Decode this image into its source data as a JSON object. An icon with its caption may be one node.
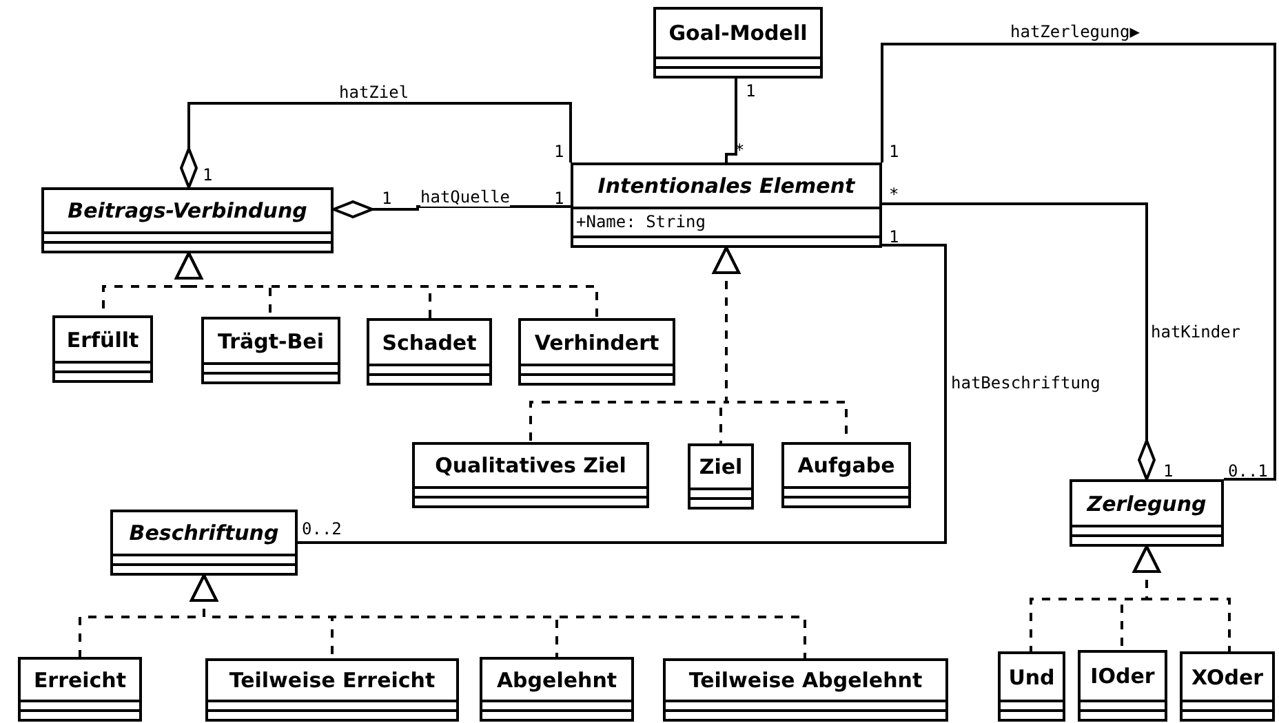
{
  "diagram": {
    "nodes": [
      {
        "text": [
          "Goal-Modell"
        ]
      },
      {
        "text": [
          "Beitrags-Verbindung"
        ]
      },
      {
        "text": [
          "Intentionales Element",
          "+Name: String"
        ]
      },
      {
        "text": [
          "Erfüllt"
        ]
      },
      {
        "text": [
          "Trägt-Bei"
        ]
      },
      {
        "text": [
          "Schadet"
        ]
      },
      {
        "text": [
          "Verhindert"
        ]
      },
      {
        "text": [
          "Qualitatives Ziel"
        ]
      },
      {
        "text": [
          "Ziel"
        ]
      },
      {
        "text": [
          "Aufgabe"
        ]
      },
      {
        "text": [
          "Beschriftung"
        ]
      },
      {
        "text": [
          "Zerlegung"
        ]
      },
      {
        "text": [
          "Erreicht"
        ]
      },
      {
        "text": [
          "Teilweise Erreicht"
        ]
      },
      {
        "text": [
          "Abgelehnt"
        ]
      },
      {
        "text": [
          "Teilweise Abgelehnt"
        ]
      },
      {
        "text": [
          "Und"
        ]
      },
      {
        "text": [
          "IOder"
        ]
      },
      {
        "text": [
          "XOder"
        ]
      }
    ],
    "edges": [
      {
        "from": 1,
        "to": 2,
        "arrow": "other",
        "label": "hatZiel"
      },
      {
        "from": 1,
        "to": 2,
        "arrow": "other",
        "label": "hatQuelle"
      },
      {
        "from": 0,
        "to": 2,
        "arrow": "none"
      },
      {
        "from": 2,
        "to": 11,
        "arrow": "none",
        "label": "hatZerlegung▶"
      },
      {
        "from": 11,
        "to": 2,
        "arrow": "other",
        "label": "hatKinder"
      },
      {
        "from": 2,
        "to": 10,
        "arrow": "none",
        "label": "hatBeschriftung"
      },
      {
        "from": 3,
        "to": 1,
        "arrow": "to",
        "style": "dashed"
      },
      {
        "from": 4,
        "to": 1,
        "arrow": "to",
        "style": "dashed"
      },
      {
        "from": 5,
        "to": 1,
        "arrow": "to",
        "style": "dashed"
      },
      {
        "from": 6,
        "to": 1,
        "arrow": "to",
        "style": "dashed"
      },
      {
        "from": 7,
        "to": 2,
        "arrow": "to",
        "style": "dashed"
      },
      {
        "from": 8,
        "to": 2,
        "arrow": "to",
        "style": "dashed"
      },
      {
        "from": 9,
        "to": 2,
        "arrow": "to",
        "style": "dashed"
      },
      {
        "from": 12,
        "to": 10,
        "arrow": "to",
        "style": "dashed"
      },
      {
        "from": 13,
        "to": 10,
        "arrow": "to",
        "style": "dashed"
      },
      {
        "from": 14,
        "to": 10,
        "arrow": "to",
        "style": "dashed"
      },
      {
        "from": 15,
        "to": 10,
        "arrow": "to",
        "style": "dashed"
      },
      {
        "from": 16,
        "to": 11,
        "arrow": "to",
        "style": "dashed"
      },
      {
        "from": 17,
        "to": 11,
        "arrow": "to",
        "style": "dashed"
      },
      {
        "from": 18,
        "to": 11,
        "arrow": "to",
        "style": "dashed"
      }
    ],
    "labels": [
      "1",
      "*",
      "1",
      "1",
      "1",
      "1",
      "1",
      "*",
      "1",
      "0..2",
      "1",
      "0..1"
    ]
  }
}
